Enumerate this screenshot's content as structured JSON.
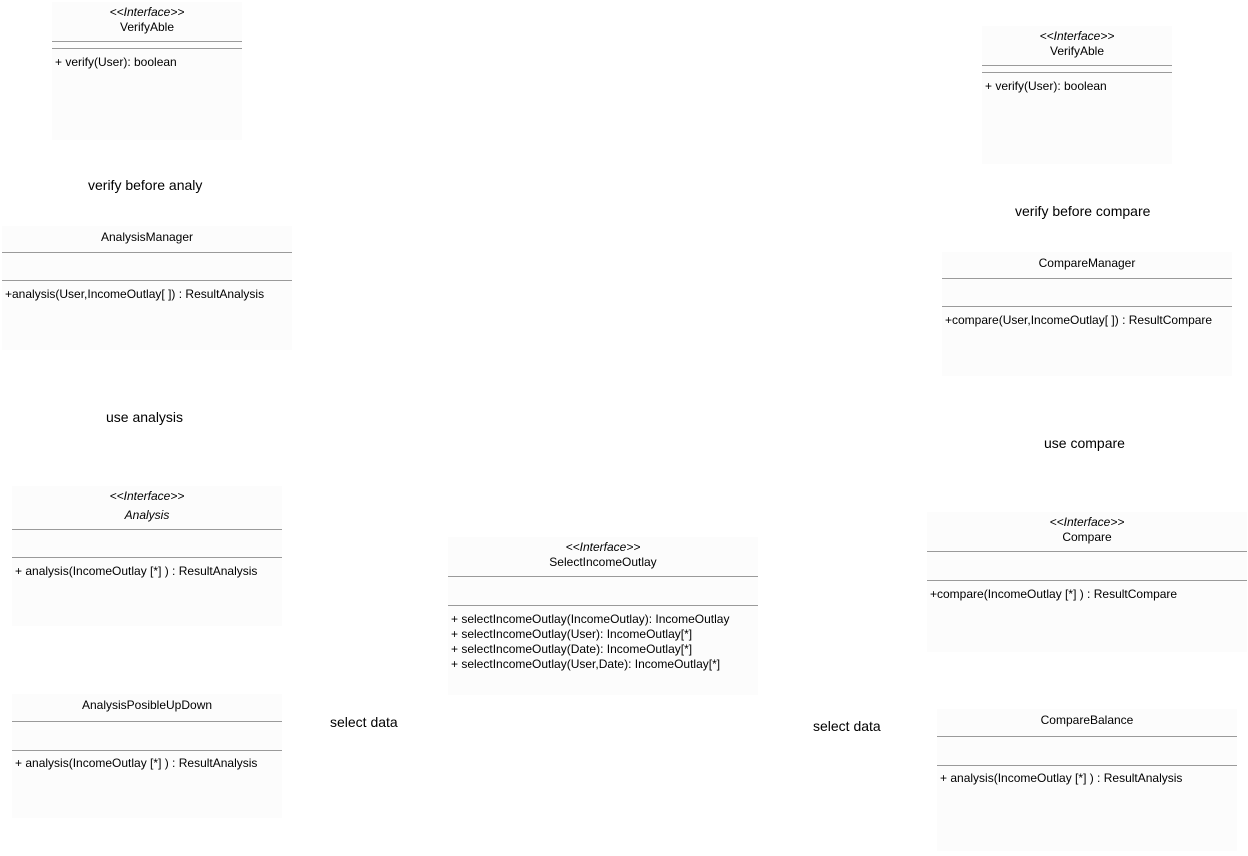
{
  "classes": {
    "verifyable_left": {
      "stereotype": "<<Interface>>",
      "name": "VerifyAble",
      "operations": [
        "+ verify(User): boolean"
      ]
    },
    "verifyable_right": {
      "stereotype": "<<Interface>>",
      "name": "VerifyAble",
      "operations": [
        "+ verify(User): boolean"
      ]
    },
    "analysis_manager": {
      "name": "AnalysisManager",
      "operations": [
        "+analysis(User,IncomeOutlay[ ]) : ResultAnalysis"
      ]
    },
    "compare_manager": {
      "name": "CompareManager",
      "operations": [
        "+compare(User,IncomeOutlay[ ]) : ResultCompare"
      ]
    },
    "analysis": {
      "stereotype": "<<Interface>>",
      "name": "Analysis",
      "operations": [
        "+ analysis(IncomeOutlay [*] ) : ResultAnalysis"
      ]
    },
    "compare": {
      "stereotype": "<<Interface>>",
      "name": "Compare",
      "operations": [
        "+compare(IncomeOutlay [*] ) : ResultCompare"
      ]
    },
    "select_income_outlay": {
      "stereotype": "<<Interface>>",
      "name": "SelectIncomeOutlay",
      "operations": [
        "+ selectIncomeOutlay(IncomeOutlay): IncomeOutlay",
        "+ selectIncomeOutlay(User): IncomeOutlay[*]",
        "+ selectIncomeOutlay(Date): IncomeOutlay[*]",
        "+ selectIncomeOutlay(User,Date): IncomeOutlay[*]"
      ]
    },
    "analysis_posible_updown": {
      "name": "AnalysisPosibleUpDown",
      "operations": [
        "+ analysis(IncomeOutlay [*] ) : ResultAnalysis"
      ]
    },
    "compare_balance": {
      "name": "CompareBalance",
      "operations": [
        "+ analysis(IncomeOutlay [*] ) : ResultAnalysis"
      ]
    }
  },
  "labels": {
    "verify_before_analy": "verify before analy",
    "verify_before_compare": "verify before compare",
    "use_analysis": "use analysis",
    "use_compare": "use compare",
    "select_data_left": "select data",
    "select_data_right": "select data"
  }
}
